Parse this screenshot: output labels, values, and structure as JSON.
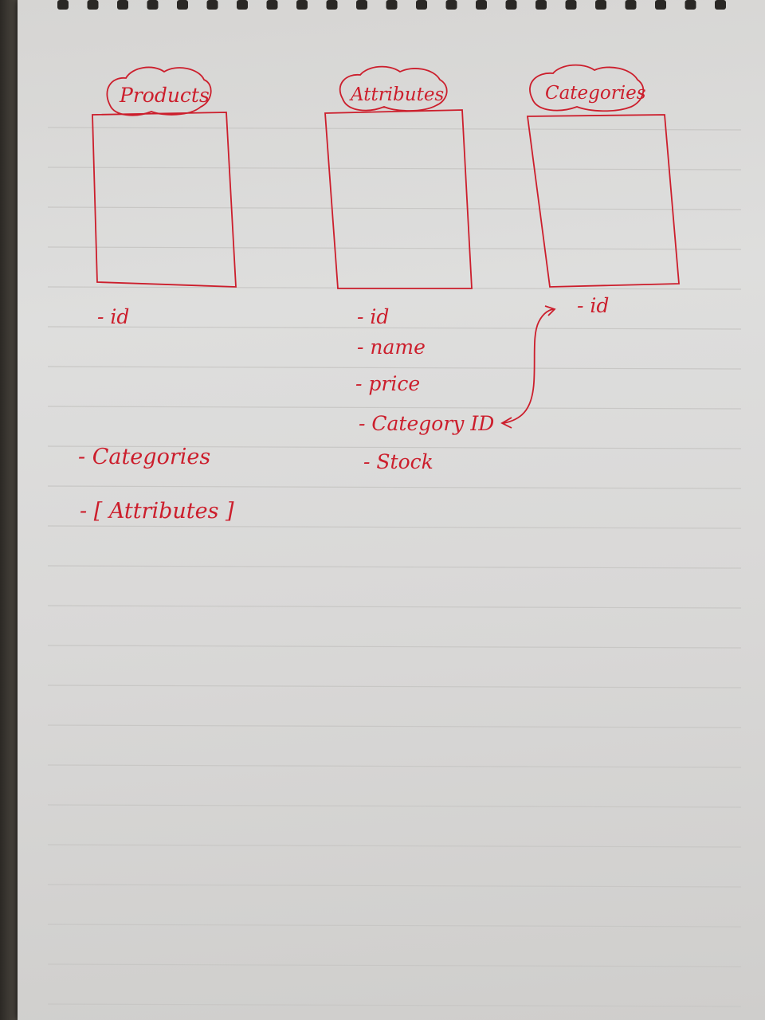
{
  "colors": {
    "ink": "#cc1e2c",
    "paper": "#dcdbd9",
    "rule_line": "#c7c6c4"
  },
  "entities": {
    "products": {
      "title": "Products",
      "fields": [
        "- id"
      ],
      "relations": [
        "- Categories",
        "- [ Attributes ]"
      ]
    },
    "attributes": {
      "title": "Attributes",
      "fields": [
        "- id",
        "- name",
        "- price",
        "- Category ID"
      ],
      "extra": "- Stock"
    },
    "categories": {
      "title": "Categories",
      "fields": [
        "- id"
      ]
    }
  },
  "relationship": {
    "from": "Attributes.Category ID",
    "to": "Categories.id",
    "style": "curved-arrow"
  }
}
